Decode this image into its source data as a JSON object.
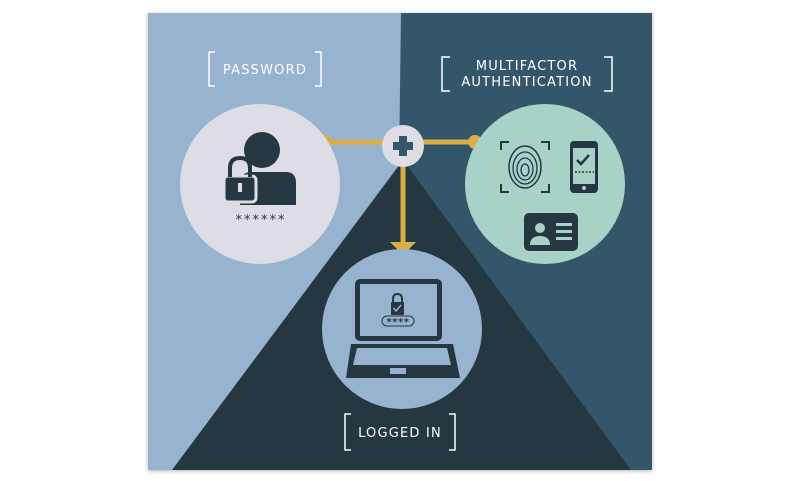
{
  "labels": {
    "password": "PASSWORD",
    "mfa_line1": "MULTIFACTOR",
    "mfa_line2": "AUTHENTICATION",
    "logged_in": "LOGGED IN",
    "password_mask": "******",
    "laptop_mask": "****"
  },
  "colors": {
    "left_bg": "#97b3d0",
    "right_bg": "#33566b",
    "triangle": "#253841",
    "password_circle": "#dedce5",
    "mfa_circle": "#a8d1c8",
    "connector": "#d9ae45",
    "icon_dark": "#253841"
  },
  "icons": [
    "user-lock-icon",
    "plus-icon",
    "fingerprint-icon",
    "phone-check-icon",
    "id-card-icon",
    "laptop-lock-icon"
  ]
}
